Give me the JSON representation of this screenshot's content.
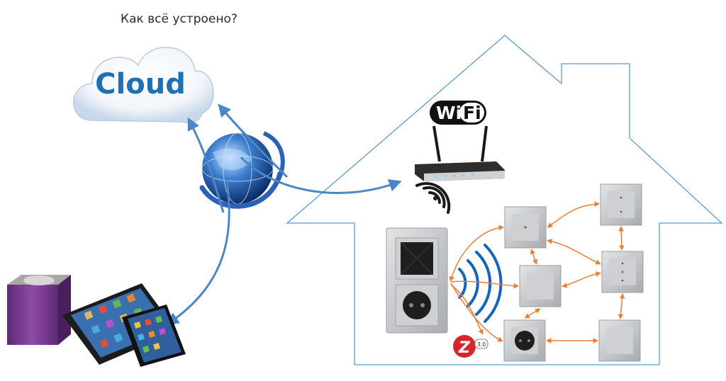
{
  "title": "Как всё устроено?",
  "cloud": {
    "label": "Cloud"
  },
  "wifi": {
    "part1": "Wi",
    "part2": "Fi"
  },
  "zigbee": {
    "letter": "Z",
    "version": "3.0"
  },
  "colors": {
    "house_outline": "#5b9bd5",
    "link_blue": "#4a86c8",
    "mesh_orange": "#ed7d31",
    "cloud_text": "#1f6fb5",
    "zigbee_red": "#d9242a",
    "device_panel": "#c4c6c8"
  }
}
